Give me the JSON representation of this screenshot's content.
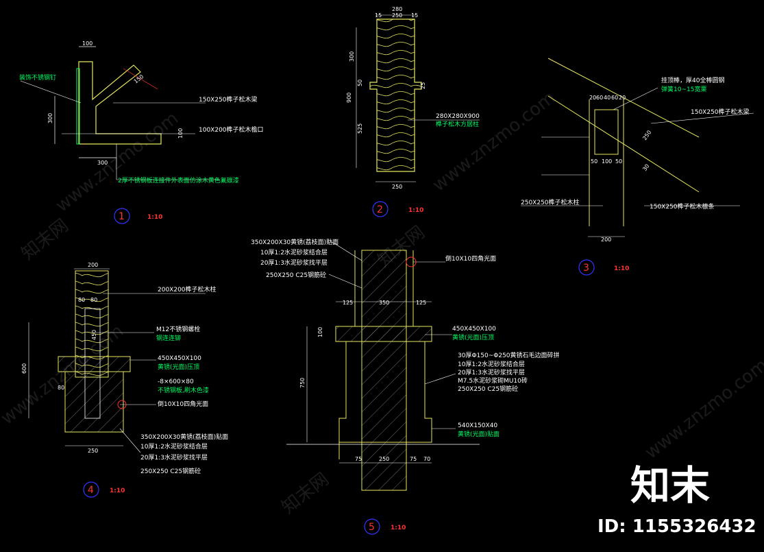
{
  "watermark": {
    "site": "www.znzmo.com",
    "cn": "知末网"
  },
  "brand": {
    "logo_text": "知末",
    "id_label": "ID: 1155326432"
  },
  "detail_1": {
    "number": "1",
    "scale": "1:10",
    "labels": [
      "装饰不锈钢钉",
      "150X250榫子松木梁",
      "100X200榫子松木檐口",
      "2厚不锈钢板连接件外表面仿涂木黄色氟碳漆"
    ],
    "dims": [
      "100",
      "150",
      "300",
      "100",
      "300"
    ]
  },
  "detail_2": {
    "number": "2",
    "scale": "1:10",
    "labels": [
      "280X280X900",
      "榫子松木方居柱"
    ],
    "dims": [
      "280",
      "15",
      "250",
      "15",
      "300",
      "50",
      "25",
      "900",
      "525",
      "250"
    ]
  },
  "detail_3": {
    "number": "3",
    "scale": "1:10",
    "labels": [
      "挂顶棒，厚40全棒圆钢",
      "弹簧10~15宽栗",
      "150X250榫子松木梁",
      "250X250榫子松木柱",
      "150X250榫子松木檩条"
    ],
    "dims": [
      "20",
      "60",
      "40",
      "60",
      "20",
      "250",
      "50",
      "100",
      "50",
      "30",
      "200"
    ]
  },
  "detail_4": {
    "number": "4",
    "scale": "1:10",
    "labels": [
      "200X200榫子松木柱",
      "M12不锈钢螺栓",
      "钢连连铆",
      "450X450X100",
      "黄锈(光面)压顶",
      "-8×600×80",
      "不锈钢板,刷木色漆",
      "倒10X10四角光面",
      "350X200X30黄锈(荔枝面)贴面",
      "10厚1:2水泥砂浆结合层",
      "20厚1:3水泥砂浆找平层",
      "250X250 C25钢筋砼"
    ],
    "dims": [
      "200",
      "80",
      "80",
      "450",
      "600",
      "80",
      "250"
    ]
  },
  "detail_5": {
    "number": "5",
    "scale": "1:10",
    "labels_left": [
      "350X200X30黄锈(荔枝面)贴面",
      "10厚1:2水泥砂浆结合层",
      "20厚1:3水泥砂浆找平层",
      "250X250 C25钢筋砼"
    ],
    "labels_right": [
      "倒10X10四角光面",
      "450X450X100",
      "黄锈(光面)压顶",
      "30厚Φ150~Φ250黄锈石毛边面碎拼",
      "10厚1:2水泥砂浆结合层",
      "20厚1:3水泥砂浆找平层",
      "M7.5水泥砂浆砌MU10砖",
      "250X250 C25钢筋砼",
      "540X150X40",
      "黄锈(光面)贴面"
    ],
    "dims": [
      "125",
      "350",
      "125",
      "100",
      "750",
      "75",
      "250",
      "75",
      "70"
    ]
  }
}
